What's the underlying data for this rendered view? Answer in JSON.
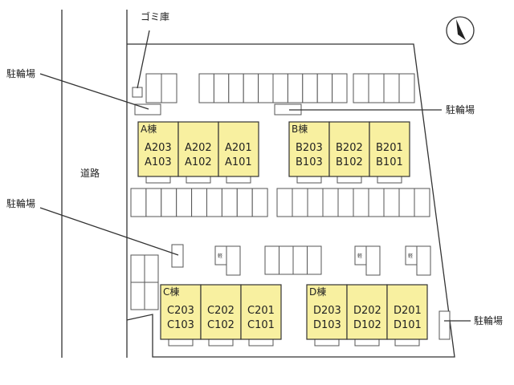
{
  "labels": {
    "road": "道路",
    "garbage": "ゴミ庫",
    "bike_parking": "駐輪場",
    "kei": "軽"
  },
  "buildings": [
    {
      "name": "A棟",
      "units": [
        [
          "A203",
          "A103"
        ],
        [
          "A202",
          "A102"
        ],
        [
          "A201",
          "A101"
        ]
      ]
    },
    {
      "name": "B棟",
      "units": [
        [
          "B203",
          "B103"
        ],
        [
          "B202",
          "B102"
        ],
        [
          "B201",
          "B101"
        ]
      ]
    },
    {
      "name": "C棟",
      "units": [
        [
          "C203",
          "C103"
        ],
        [
          "C202",
          "C102"
        ],
        [
          "C201",
          "C101"
        ]
      ]
    },
    {
      "name": "D棟",
      "units": [
        [
          "D203",
          "D103"
        ],
        [
          "D202",
          "D102"
        ],
        [
          "D201",
          "D101"
        ]
      ]
    }
  ],
  "colors": {
    "building": "#f8f0a0"
  }
}
